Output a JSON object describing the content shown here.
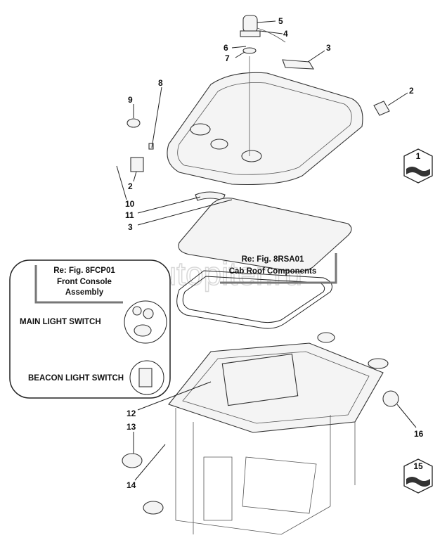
{
  "watermark": "autopiter.ru",
  "callouts": [
    "5",
    "4",
    "6",
    "7",
    "3",
    "8",
    "9",
    "2",
    "2",
    "10",
    "11",
    "3",
    "12",
    "13",
    "14",
    "16"
  ],
  "figure_refs": {
    "roof": {
      "line1": "Re: Fig. 8RSA01",
      "line2": "Cab Roof Components"
    },
    "console": {
      "line1": "Re: Fig. 8FCP01",
      "line2": "Front Console",
      "line3": "Assembly"
    }
  },
  "inset": {
    "main_switch": "MAIN  LIGHT  SWITCH",
    "beacon_switch": "BEACON  LIGHT  SWITCH"
  },
  "nav_boxes": [
    {
      "label": "1"
    },
    {
      "label": "15"
    }
  ]
}
